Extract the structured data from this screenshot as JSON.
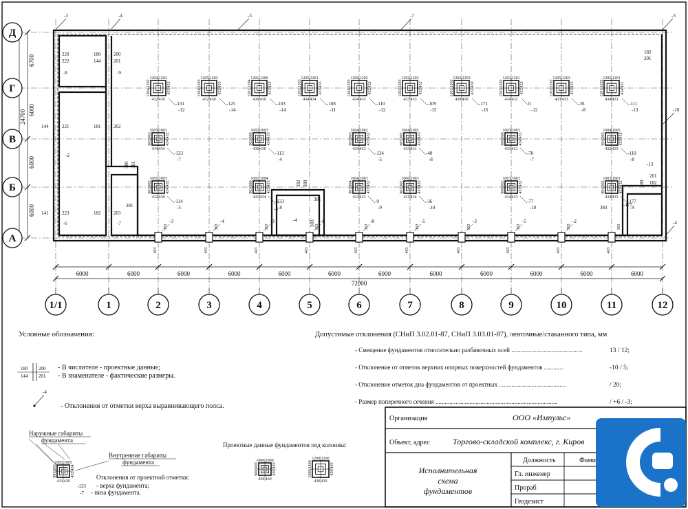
{
  "axes": {
    "columns": [
      "1/1",
      "1",
      "2",
      "3",
      "4",
      "5",
      "6",
      "7",
      "8",
      "9",
      "10",
      "11",
      "12"
    ],
    "rows": [
      "Д",
      "Г",
      "В",
      "Б",
      "А"
    ]
  },
  "dimensions": {
    "spans": [
      "6000",
      "6000",
      "6000",
      "6000",
      "6000",
      "6000",
      "6000",
      "6000",
      "6000",
      "6000",
      "6000",
      "6000"
    ],
    "total": "72000",
    "left_spans": [
      "6700",
      "6000",
      "6000",
      "6000"
    ],
    "left_total": "24700"
  },
  "plan_labels": {
    "top_marks": [
      "-3",
      "-4",
      "-3",
      "-7",
      "-3"
    ],
    "right_marks": [
      "-10",
      "-4"
    ],
    "bottom_marks": [
      "-3",
      "-4",
      "-3",
      "-6",
      "-8",
      "-5",
      "-3",
      "-5",
      "-2"
    ],
    "strip_left": [
      "220",
      "222",
      "186",
      "144",
      "200",
      "201",
      "144",
      "221",
      "181",
      "202",
      "141",
      "223",
      "182",
      "203",
      "381",
      "-8",
      "-9",
      "-2",
      "-6",
      "-7"
    ],
    "strip_other": [
      "390",
      "380",
      "381",
      "382",
      "380",
      "-4",
      "303",
      "201",
      "182",
      "-13",
      "383",
      "280",
      "-7",
      "-8",
      "-177"
    ]
  },
  "pads_g": [
    {
      "top": "1204|1203",
      "side": "1204|1202",
      "rside": "433|433",
      "bot": "432|430",
      "dev": "-131",
      "dev2": "-12"
    },
    {
      "top": "1205|1202",
      "side": "1204|1203",
      "rside": "432|433",
      "bot": "432|430",
      "dev": "-125",
      "dev2": "-14"
    },
    {
      "top": "1201|1200",
      "side": "1201|1204",
      "rside": "431|432",
      "bot": "430|430",
      "dev": "-103",
      "dev2": "-14"
    },
    {
      "top": "1205|1201",
      "side": "1202|1203",
      "rside": "433|433",
      "bot": "434|434",
      "dev": "-108",
      "dev2": "-11"
    },
    {
      "top": "1200|1202",
      "side": "1204|1203",
      "rside": "432|432",
      "bot": "434|433",
      "dev": "-110",
      "dev2": "-12"
    },
    {
      "top": "1202|1203",
      "side": "1202|1203",
      "rside": "432|432",
      "bot": "433|433",
      "dev": "-109",
      "dev2": "-15"
    },
    {
      "top": "1203|1203",
      "side": "1201|1202",
      "rside": "432|430",
      "bot": "430|430",
      "dev": "-171",
      "dev2": "-16"
    },
    {
      "top": "1203|1201",
      "side": "1203|1202",
      "rside": "433|432",
      "bot": "434|432",
      "dev": "0",
      "dev2": "-12"
    },
    {
      "top": "1205|1203",
      "side": "1203|1202",
      "rside": "433|433",
      "bot": "433|433",
      "dev": "-91",
      "dev2": "-8"
    },
    {
      "top": "1205|1201",
      "side": "1201|1202",
      "rside": "434|431",
      "bot": "434|431",
      "dev": "-111",
      "dev2": "-13"
    }
  ],
  "pads_v": [
    {
      "top": "1005|1003",
      "side": "905|903",
      "rside": "434|432",
      "bot": "434|434",
      "dev": "-133",
      "dev2": "-7"
    },
    {
      "top": "1002|1003",
      "side": "903|900",
      "rside": "434|433",
      "bot": "430|430",
      "dev": "-113",
      "dev2": "-4"
    },
    {
      "top": "1004|1002",
      "side": "905|903",
      "rside": "433|432",
      "bot": "434|433",
      "dev": "-134",
      "dev2": "-5"
    },
    {
      "top": "1004|1002",
      "side": "905|902",
      "rside": "432|433",
      "bot": "433|431",
      "dev": "-40",
      "dev2": "-8"
    },
    {
      "top": "1003|1003",
      "side": "900|900",
      "rside": "434|433",
      "bot": "433|431",
      "dev": "-70",
      "dev2": "-7"
    },
    {
      "top": "1004|1005",
      "side": "904|903",
      "rside": "433|432",
      "bot": "432|433",
      "dev": "-110",
      "dev2": "-8"
    }
  ],
  "pads_b": [
    {
      "top": "1001|1003",
      "side": "905|902",
      "rside": "434|432",
      "bot": "432|430",
      "dev": "-114",
      "dev2": "-5"
    },
    {
      "top": "1002|1004",
      "side": "903|900",
      "rside": "433|433",
      "bot": "431|434",
      "dev": "-133",
      "dev2": "-8"
    },
    {
      "top": "1004|1003",
      "side": "903|904",
      "rside": "433|432",
      "bot": "433|433",
      "dev": "-9",
      "dev2": "-9"
    },
    {
      "top": "1000|1003",
      "side": "903|902",
      "rside": "433|432",
      "bot": "431|434",
      "dev": "-36",
      "dev2": "-10"
    },
    {
      "top": "1003|1003",
      "side": "900|902",
      "rside": "433|432",
      "bot": "434|433",
      "dev": "-77",
      "dev2": "-10"
    },
    {
      "top": "1003|1001",
      "side": "904|902",
      "rside": "433|432",
      "bot": "434|433",
      "dev": "-177",
      "dev2": "-9"
    }
  ],
  "legend": {
    "title": "Условные обозначения:",
    "frac": {
      "tl": "180",
      "tr": "200",
      "bl": "144",
      "br": "201"
    },
    "frac_text1": "- В числителе - проектные данные;",
    "frac_text2": "- В знаменателе - фактические размеры.",
    "mark_sample": "-4",
    "mark_text": "- Отклонения от отметки верха выравнивающего полса.",
    "ext_label1": "Наружные габариты",
    "ext_label2": "фундамента",
    "int_label1": "Внутренние габариты",
    "int_label2": "фундамента",
    "dev_label": "Отклонения от проектной отметки:",
    "dev_top_val": "-133",
    "dev_top_text": "- верха фундамента;",
    "dev_bot_val": "-7",
    "dev_bot_text": "- низа фундамента.",
    "sample_top": "1003|1005",
    "sample_side": "905|903",
    "sample_rside": "432|434",
    "sample_bot": "433|430",
    "project_title": "Проектные данные фундаментов под колонны:",
    "proj1_top": "1000|1000",
    "proj1_side": "900|900",
    "proj1_rside": "430|430",
    "proj1_bot": "430|430",
    "proj2_top": "1200|1200",
    "proj2_side": "1200|1200",
    "proj2_rside": "430|430",
    "proj2_bot": "430|430"
  },
  "tolerances": {
    "title": "Допустимые отклонения (СНиП 3.02.01-87, СНиП 3.03.01-87), ленточные/стаканного типа, мм",
    "items": [
      {
        "text": "- Смещение фундаментов относительно разбивочных осей ..............................................",
        "value": "13 / 12;"
      },
      {
        "text": "- Отклонение от отметок верхних опорных поверхностей фундаментов .............",
        "value": "-10 / 5;"
      },
      {
        "text": "- Отклонение отметок дна фундаментов от проектных ...........................................",
        "value": "/ 20;"
      },
      {
        "text": "- Размер поперечного сечения ...............................................................................",
        "value": "/ +6 / -3;"
      }
    ]
  },
  "title_block": {
    "org_label": "Организация",
    "org_value": "ООО «Импульс»",
    "obj_label": "Объект, адрес",
    "obj_value": "Торгово-складской комплекс, г. Киров",
    "doc_title1": "Исполнительная",
    "doc_title2": "схема",
    "doc_title3": "фундаментов",
    "col_position": "Должность",
    "col_name": "Фами",
    "roles": [
      "Гл. инженер",
      "Прораб",
      "Геодезист"
    ]
  },
  "colors": {
    "logo": "#1a73c9",
    "ink": "#111111"
  }
}
